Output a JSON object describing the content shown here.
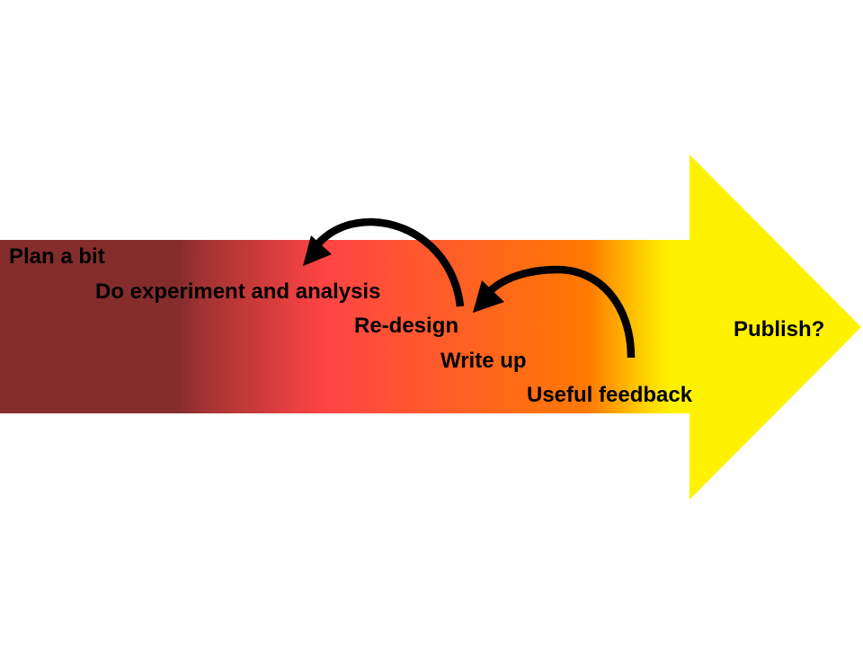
{
  "diagram": {
    "steps": [
      {
        "label": "Plan a bit"
      },
      {
        "label": "Do experiment and analysis"
      },
      {
        "label": "Re-design"
      },
      {
        "label": "Write up"
      },
      {
        "label": "Useful feedback"
      }
    ],
    "goal": {
      "label": "Publish?"
    }
  },
  "colors": {
    "gradient": [
      "#852d2d",
      "#852d2d",
      "#a03332",
      "#ff4444",
      "#ff5533",
      "#ff7a00",
      "#ffd700",
      "#fff200"
    ],
    "arrowhead": "#fff200",
    "loop_arrows": "#000000",
    "text": "#000000"
  }
}
